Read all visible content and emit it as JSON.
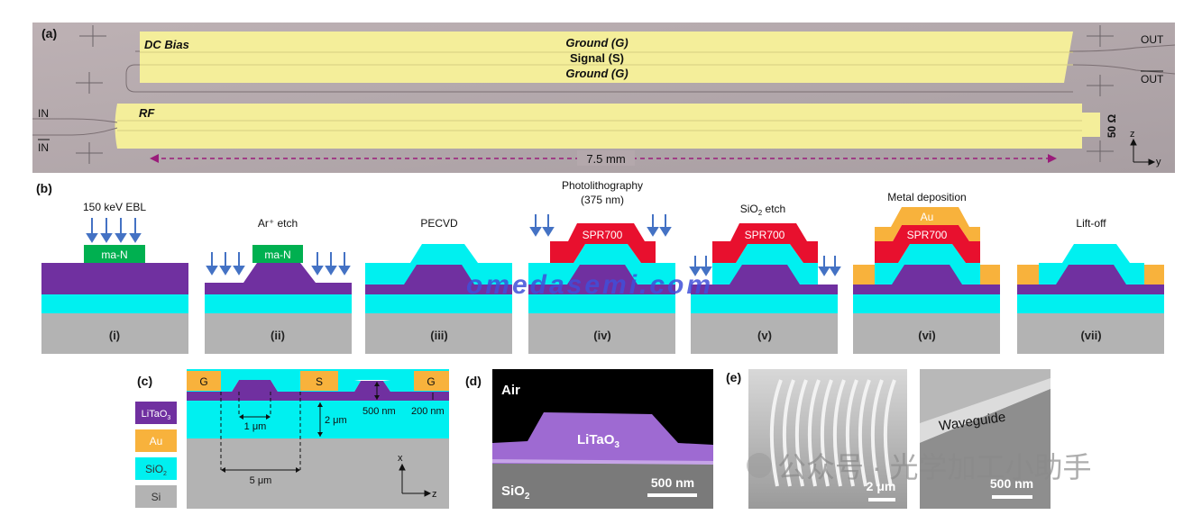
{
  "panel_a": {
    "label": "(a)",
    "dc_bias": "DC Bias",
    "ground_top": "Ground (G)",
    "signal": "Signal (S)",
    "ground_bottom": "Ground (G)",
    "rf": "RF",
    "in": "IN",
    "in_bar": "IN",
    "out": "OUT",
    "out_bar": "OUT",
    "termination": "50 Ω",
    "length": "7.5 mm",
    "axis_z": "z",
    "axis_y": "y"
  },
  "panel_b": {
    "label": "(b)",
    "steps": [
      {
        "numeral": "(i)",
        "title": "150 keV EBL",
        "resist": "ma-N"
      },
      {
        "numeral": "(ii)",
        "title": "Ar⁺ etch",
        "resist": "ma-N"
      },
      {
        "numeral": "(iii)",
        "title": "PECVD"
      },
      {
        "numeral": "(iv)",
        "title_line1": "Photolithography",
        "title_line2": "(375 nm)",
        "resist": "SPR700"
      },
      {
        "numeral": "(v)",
        "title_main": "SiO",
        "title_sub": "2",
        "title_rest": " etch",
        "resist": "SPR700"
      },
      {
        "numeral": "(vi)",
        "title": "Metal deposition",
        "metal": "Au",
        "resist": "SPR700"
      },
      {
        "numeral": "(vii)",
        "title": "Lift-off"
      }
    ],
    "watermark": "omedasemi.com"
  },
  "panel_c": {
    "label": "(c)",
    "legend": [
      {
        "main": "LiTaO",
        "sub": "3",
        "color": "#7030a0",
        "text_color": "#ffffff"
      },
      {
        "main": "Au",
        "sub": "",
        "color": "#f8b23c",
        "text_color": "#ffffff"
      },
      {
        "main": "SiO",
        "sub": "2",
        "color": "#00f0f0",
        "text_color": "#333333"
      },
      {
        "main": "Si",
        "sub": "",
        "color": "#b3b3b3",
        "text_color": "#333333"
      }
    ],
    "electrode_g": "G",
    "electrode_s": "S",
    "dim_500nm": "500 nm",
    "dim_200nm": "200 nm",
    "dim_2um": "2 μm",
    "dim_1um": "1 μm",
    "dim_5um": "5 μm",
    "axis_x": "x",
    "axis_z": "z"
  },
  "panel_d": {
    "label": "(d)",
    "air": "Air",
    "material_main": "LiTaO",
    "material_sub": "3",
    "substrate_main": "SiO",
    "substrate_sub": "2",
    "scale": "500 nm"
  },
  "panel_e": {
    "label": "(e)",
    "scale_left": "2 μm",
    "waveguide": "Waveguide",
    "scale_right": "500 nm",
    "watermark": "公众号 · 光学加工小助手"
  },
  "colors": {
    "litao3": "#7030a0",
    "au": "#f8b23c",
    "sio2": "#00f0f0",
    "si": "#b3b3b3",
    "resist_man": "#00b050",
    "resist_spr": "#e8102e",
    "electrode": "#f4ee9a"
  }
}
